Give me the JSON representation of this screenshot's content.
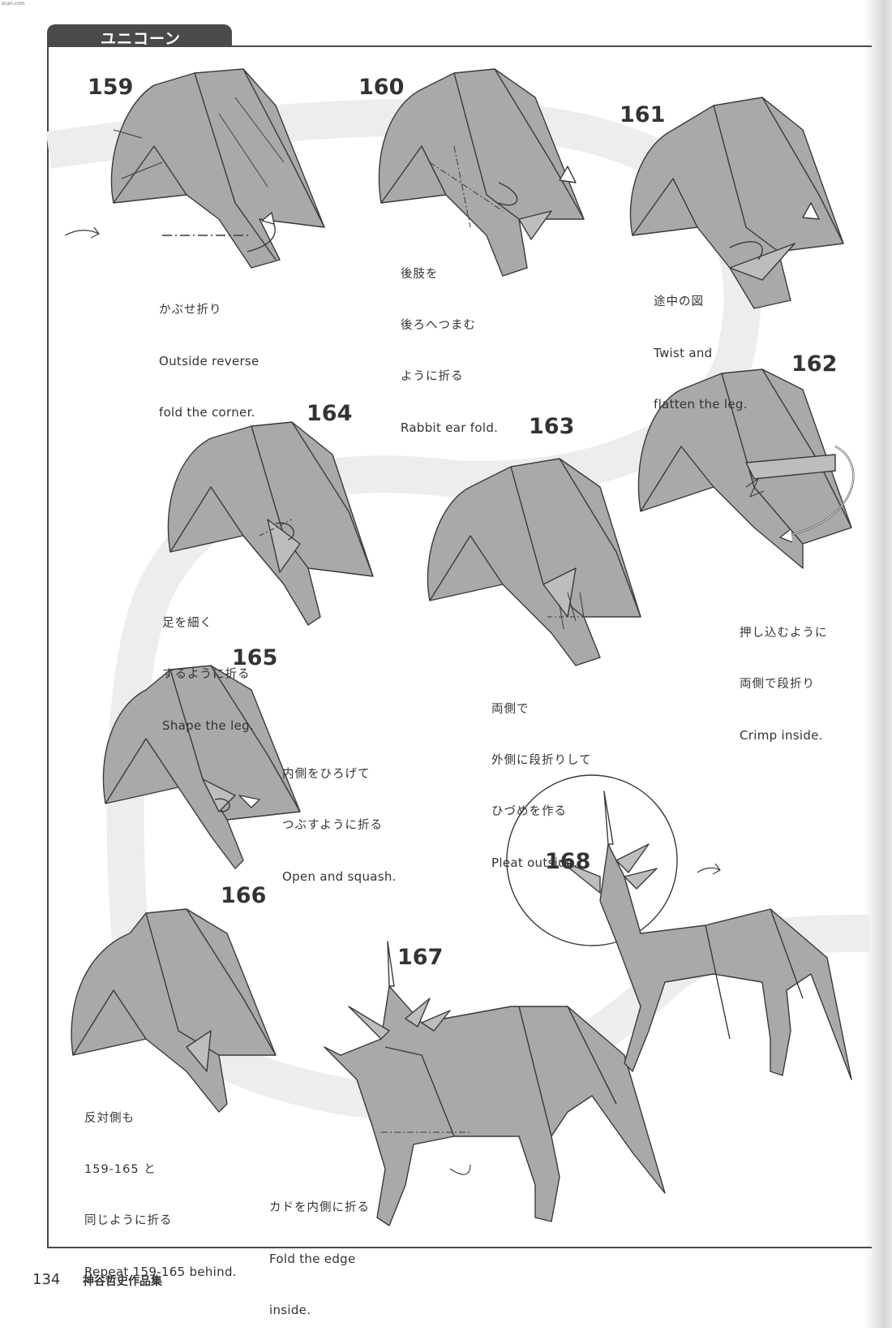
{
  "header": {
    "title": "ユニコーン",
    "corner_mark": "scan.com"
  },
  "steps": [
    {
      "num": "159",
      "jp": "かぶせ折り",
      "en": [
        "Outside reverse",
        "fold the corner."
      ]
    },
    {
      "num": "160",
      "jp": [
        "後肢を",
        "後ろへつまむ",
        "ように折る"
      ],
      "en": [
        "Rabbit ear fold."
      ]
    },
    {
      "num": "161",
      "jp": [
        "途中の図"
      ],
      "en": [
        "Twist and",
        "flatten the leg."
      ]
    },
    {
      "num": "162",
      "jp": [
        "押し込むように",
        "両側で段折り"
      ],
      "en": [
        "Crimp inside."
      ]
    },
    {
      "num": "163",
      "jp": [
        "両側で",
        "外側に段折りして",
        "ひづめを作る"
      ],
      "en": [
        "Pleat outside."
      ]
    },
    {
      "num": "164",
      "jp": [
        "足を細く",
        "するように折る"
      ],
      "en": [
        "Shape the leg."
      ]
    },
    {
      "num": "165",
      "jp": [
        "内側をひろげて",
        "つぶすように折る"
      ],
      "en": [
        "Open and squash."
      ]
    },
    {
      "num": "166",
      "jp": [
        "反対側も",
        "159-165 と",
        "同じように折る"
      ],
      "en": [
        "Repeat 159-165 behind."
      ]
    },
    {
      "num": "167",
      "jp": [
        "カドを内側に折る"
      ],
      "en": [
        "Fold the edge",
        "inside."
      ]
    },
    {
      "num": "168"
    }
  ],
  "footer": {
    "page_number": "134",
    "book_title": "神谷哲史作品集"
  }
}
